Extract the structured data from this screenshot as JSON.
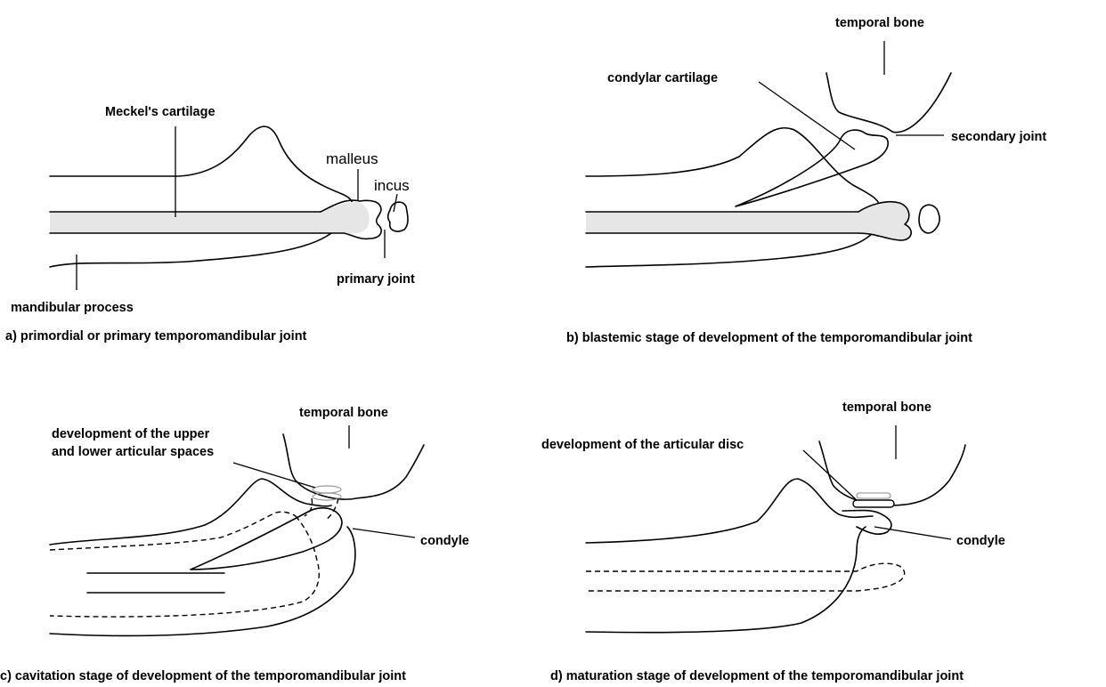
{
  "panels": {
    "a": {
      "caption": "a) primordial or primary temporomandibular joint",
      "labels": {
        "meckels_cartilage": "Meckel's cartilage",
        "malleus": "malleus",
        "incus": "incus",
        "primary_joint": "primary joint",
        "mandibular_process": "mandibular process"
      }
    },
    "b": {
      "caption": "b) blastemic stage of development of the temporomandibular joint",
      "labels": {
        "temporal_bone": "temporal bone",
        "condylar_cartilage": "condylar cartilage",
        "secondary_joint": "secondary joint"
      }
    },
    "c": {
      "caption": "c) cavitation stage of development of the temporomandibular joint",
      "labels": {
        "temporal_bone": "temporal bone",
        "spaces_line1": "development of the upper",
        "spaces_line2": "and lower articular spaces",
        "condyle": "condyle"
      }
    },
    "d": {
      "caption": "d) maturation stage of development of the temporomandibular joint",
      "labels": {
        "temporal_bone": "temporal bone",
        "articular_disc": "development  of the articular disc",
        "condyle": "condyle"
      }
    }
  }
}
